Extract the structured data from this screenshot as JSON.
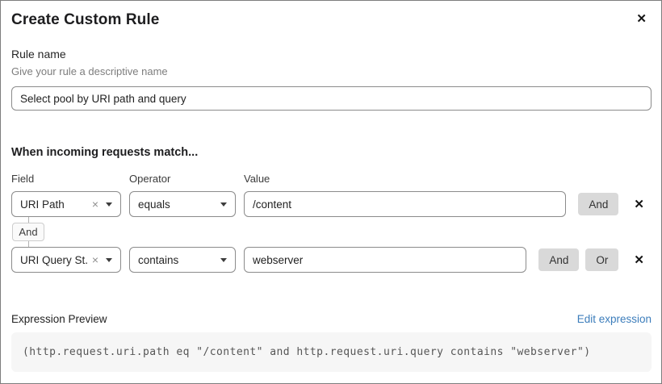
{
  "dialog": {
    "title": "Create Custom Rule"
  },
  "icons": {
    "close": "✕",
    "remove": "✕",
    "clear": "×"
  },
  "rule_name": {
    "label": "Rule name",
    "help": "Give your rule a descriptive name",
    "value": "Select pool by URI path and query"
  },
  "match": {
    "heading": "When incoming requests match...",
    "columns": {
      "field": "Field",
      "operator": "Operator",
      "value": "Value"
    },
    "connector": "And",
    "rows": [
      {
        "field": "URI Path",
        "operator": "equals",
        "value": "/content",
        "and_label": "And"
      },
      {
        "field": "URI Query St...",
        "operator": "contains",
        "value": "webserver",
        "and_label": "And",
        "or_label": "Or"
      }
    ]
  },
  "expression": {
    "label": "Expression Preview",
    "edit_link": "Edit expression",
    "code": "(http.request.uri.path eq \"/content\" and http.request.uri.query contains \"webserver\")"
  },
  "colors": {
    "link_blue": "#3c7dbb",
    "chip_button_gray": "#d9d9d9",
    "input_border_gray": "#8b8b8b",
    "code_background": "#f6f6f6"
  }
}
